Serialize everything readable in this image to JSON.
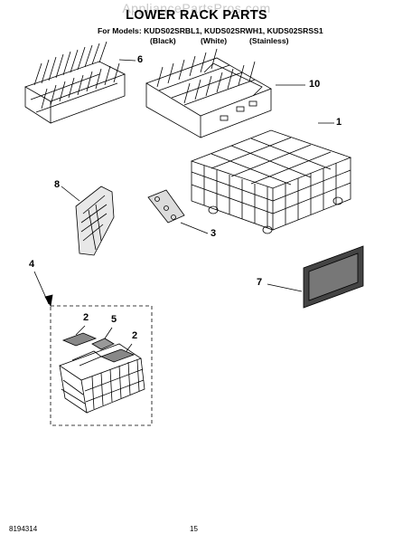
{
  "header": {
    "watermark": "AppliancePartsPros.com",
    "title": "LOWER RACK PARTS",
    "models_line": "For Models: KUDS02SRBL1, KUDS02SRWH1, KUDS02SRSS1",
    "variants": [
      "(Black)",
      "(White)",
      "(Stainless)"
    ]
  },
  "callouts": [
    "6",
    "10",
    "1",
    "8",
    "3",
    "4",
    "7",
    "2",
    "5",
    "2"
  ],
  "footer": {
    "doc_number": "8194314",
    "page_number": "15"
  }
}
